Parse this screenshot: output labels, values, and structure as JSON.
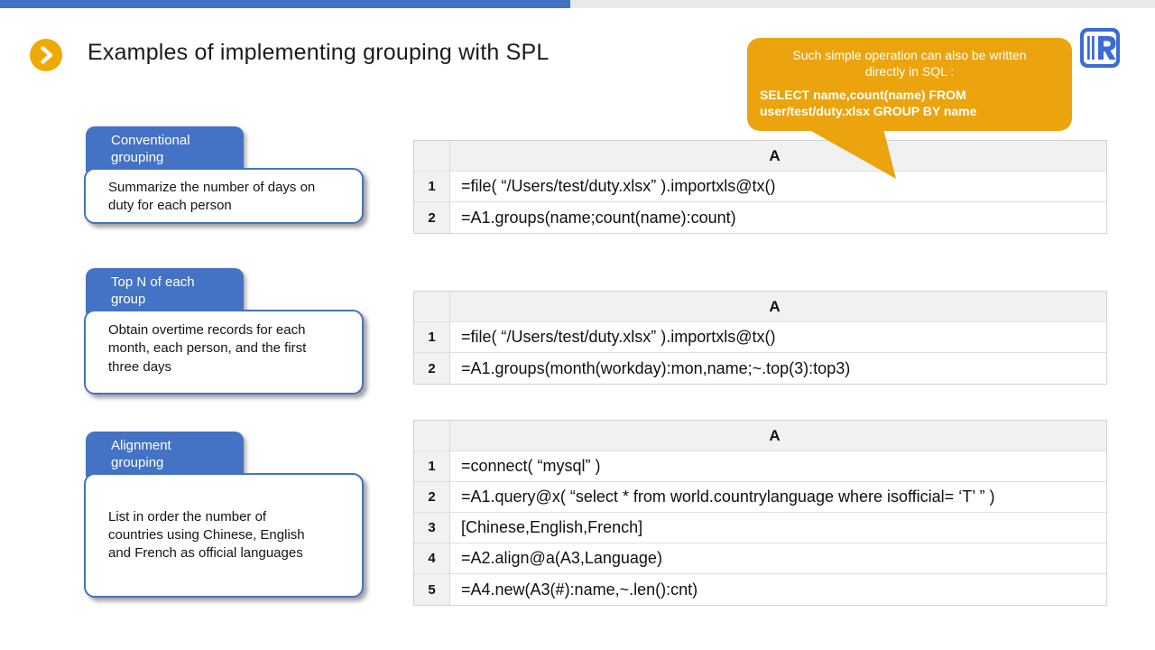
{
  "colors": {
    "accent_blue": "#4472C4",
    "accent_orange": "#EBA40E",
    "bar_gray": "#E9E9E9",
    "table_header_bg": "#F1F1F1",
    "logo_blue": "#3B6BD3"
  },
  "header": {
    "title": "Examples of implementing grouping with SPL"
  },
  "callout": {
    "intro": "Such simple operation can also be written\ndirectly in SQL :",
    "sql": "SELECT name,count(name) FROM\nuser/test/duty.xlsx GROUP BY name"
  },
  "groups": [
    {
      "tab": "Conventional\ngrouping",
      "desc": "Summarize the number of days on\nduty for each person"
    },
    {
      "tab": "Top N of each\ngroup",
      "desc": "Obtain overtime records for each\nmonth, each person, and the first\nthree days"
    },
    {
      "tab": "Alignment\ngrouping",
      "desc": "List in order the number of\ncountries using Chinese, English\nand French as official languages"
    }
  ],
  "tables": [
    {
      "col_header": "A",
      "rows": [
        {
          "n": "1",
          "code": "=file( “/Users/test/duty.xlsx” ).importxls@tx()"
        },
        {
          "n": "2",
          "code": "=A1.groups(name;count(name):count)"
        }
      ]
    },
    {
      "col_header": "A",
      "rows": [
        {
          "n": "1",
          "code": "=file( “/Users/test/duty.xlsx” ).importxls@tx()"
        },
        {
          "n": "2",
          "code": "=A1.groups(month(workday):mon,name;~.top(3):top3)"
        }
      ]
    },
    {
      "col_header": "A",
      "rows": [
        {
          "n": "1",
          "code": "=connect( “mysql” )"
        },
        {
          "n": "2",
          "code": "=A1.query@x( “select * from world.countrylanguage where isofficial= ‘T’ ” )"
        },
        {
          "n": "3",
          "code": "[Chinese,English,French]"
        },
        {
          "n": "4",
          "code": "=A2.align@a(A3,Language)"
        },
        {
          "n": "5",
          "code": "=A4.new(A3(#):name,~.len():cnt)"
        }
      ]
    }
  ]
}
